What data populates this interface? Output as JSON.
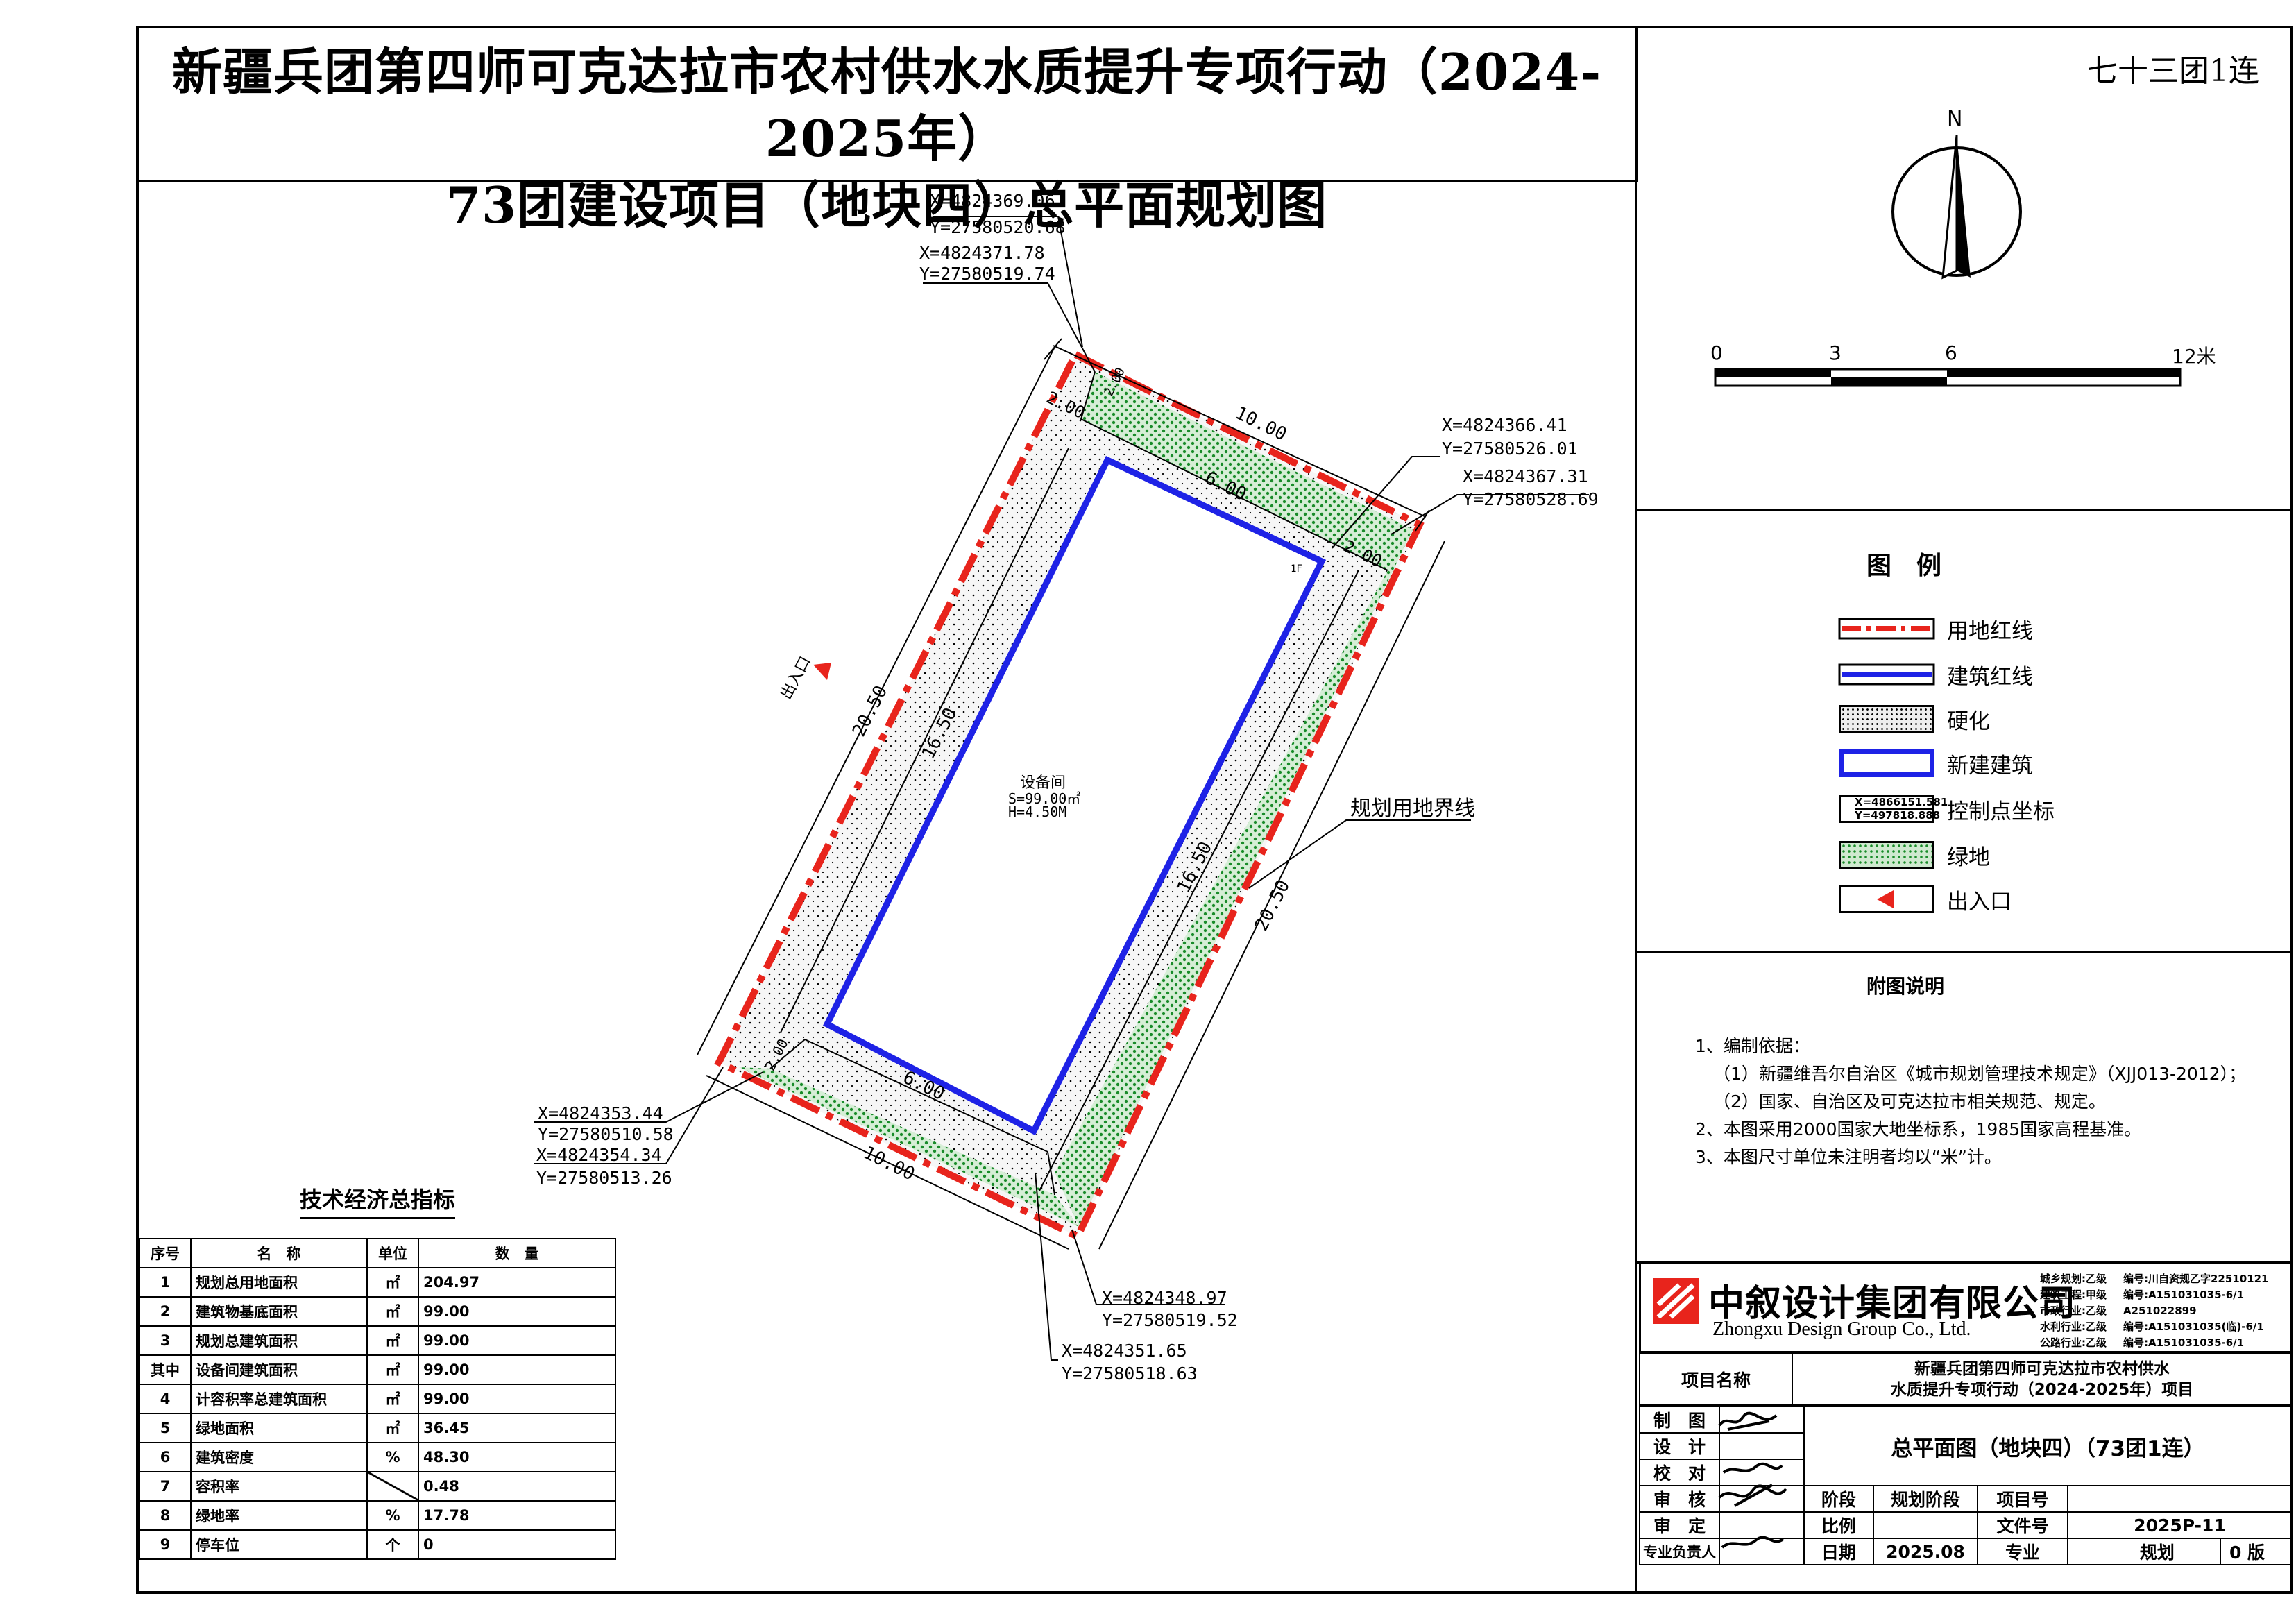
{
  "title": {
    "line1": "新疆兵团第四师可克达拉市农村供水水质提升专项行动（2024-2025年）",
    "line2": "73团建设项目（地块四）总平面规划图"
  },
  "corner_label": "七十三团1连",
  "compass": {
    "north": "N"
  },
  "scale_bar": {
    "ticks": [
      "0",
      "3",
      "6",
      "12米"
    ]
  },
  "legend": {
    "title": "图　例",
    "items": [
      {
        "label": "用地红线"
      },
      {
        "label": "建筑红线"
      },
      {
        "label": "硬化"
      },
      {
        "label": "新建建筑"
      },
      {
        "label": "控制点坐标",
        "sample_x": "X=4866151.581",
        "sample_y": "Y=497818.888"
      },
      {
        "label": "绿地"
      },
      {
        "label": "出入口"
      }
    ]
  },
  "notes": {
    "title": "附图说明",
    "lines": [
      "1、编制依据：",
      "（1）新疆维吾尔自治区《城市规划管理技术规定》（XJJ013-2012）；",
      "（2）国家、自治区及可克达拉市相关规范、规定。",
      "2、本图采用2000国家大地坐标系，1985国家高程基准。",
      "3、本图尺寸单位未注明者均以“米”计。"
    ]
  },
  "plan": {
    "building": {
      "name": "设备间",
      "area": "S=99.00㎡",
      "height": "H=4.50M"
    },
    "entrance_label": "出入口",
    "boundary_label": "规划用地界线",
    "floor_label": "1F",
    "dimensions": {
      "top_width": "10.00",
      "bottom_width": "10.00",
      "left_length": "20.50",
      "right_length": "20.50",
      "bld_top": "6.00",
      "bld_bottom": "6.00",
      "bld_left": "16.50",
      "bld_right": "16.50",
      "setback_1": "2.00",
      "setback_2": "2.00",
      "setback_3": "2.00",
      "setback_4": "2.00"
    },
    "coordinates": [
      {
        "x": "X=4824369.06",
        "y": "Y=27580520.68"
      },
      {
        "x": "X=4824371.78",
        "y": "Y=27580519.74"
      },
      {
        "x": "X=4824366.41",
        "y": "Y=27580526.01"
      },
      {
        "x": "X=4824367.31",
        "y": "Y=27580528.69"
      },
      {
        "x": "X=4824353.44",
        "y": "Y=27580510.58"
      },
      {
        "x": "X=4824354.34",
        "y": "Y=27580513.26"
      },
      {
        "x": "X=4824348.97",
        "y": "Y=27580519.52"
      },
      {
        "x": "X=4824351.65",
        "y": "Y=27580518.63"
      }
    ]
  },
  "tech_table": {
    "title": "技术经济总指标",
    "headers": [
      "序号",
      "名　称",
      "单位",
      "数　量"
    ],
    "rows": [
      [
        "1",
        "规划总用地面积",
        "㎡",
        "204.97"
      ],
      [
        "2",
        "建筑物基底面积",
        "㎡",
        "99.00"
      ],
      [
        "3",
        "规划总建筑面积",
        "㎡",
        "99.00"
      ],
      [
        "其中",
        "设备间建筑面积",
        "㎡",
        "99.00"
      ],
      [
        "4",
        "计容积率总建筑面积",
        "㎡",
        "99.00"
      ],
      [
        "5",
        "绿地面积",
        "㎡",
        "36.45"
      ],
      [
        "6",
        "建筑密度",
        "%",
        "48.30"
      ],
      [
        "7",
        "容积率",
        "",
        "0.48"
      ],
      [
        "8",
        "绿地率",
        "%",
        "17.78"
      ],
      [
        "9",
        "停车位",
        "个",
        "0"
      ]
    ]
  },
  "company": {
    "name_cn": "中叙设计集团有限公司",
    "name_en": "Zhongxu Design Group Co., Ltd.",
    "quals": [
      {
        "k": "城乡规划:乙级",
        "v": "编号:川自资规乙字22510121"
      },
      {
        "k": "建筑工程:甲级",
        "v": "编号:A151031035-6/1"
      },
      {
        "k": "市政行业:乙级",
        "v": "A251022899"
      },
      {
        "k": "水利行业:乙级",
        "v": "编号:A151031035(临)-6/1"
      },
      {
        "k": "公路行业:乙级",
        "v": "编号:A151031035-6/1"
      }
    ]
  },
  "title_block": {
    "project_name_label": "项目名称",
    "project_name_1": "新疆兵团第四师可克达拉市农村供水",
    "project_name_2": "水质提升专项行动（2024-2025年）项目",
    "roles": [
      "制　图",
      "设　计",
      "校　对",
      "审　核",
      "审　定",
      "专业负责人"
    ],
    "drawing_name": "总平面图（地块四）（73团1连）",
    "stage_label": "阶段",
    "stage_value": "规划阶段",
    "project_no_label": "项目号",
    "project_no_value": "",
    "scale_label": "比例",
    "scale_value": "",
    "file_no_label": "文件号",
    "file_no_value": "2025P-11",
    "date_label": "日期",
    "date_value": "2025.08",
    "discipline_label": "专业",
    "discipline_value": "规划",
    "version_value": "0 版"
  },
  "colors": {
    "red_line": "#e8241c",
    "blue_line": "#1e22e6",
    "green": "#1a8c2a"
  }
}
